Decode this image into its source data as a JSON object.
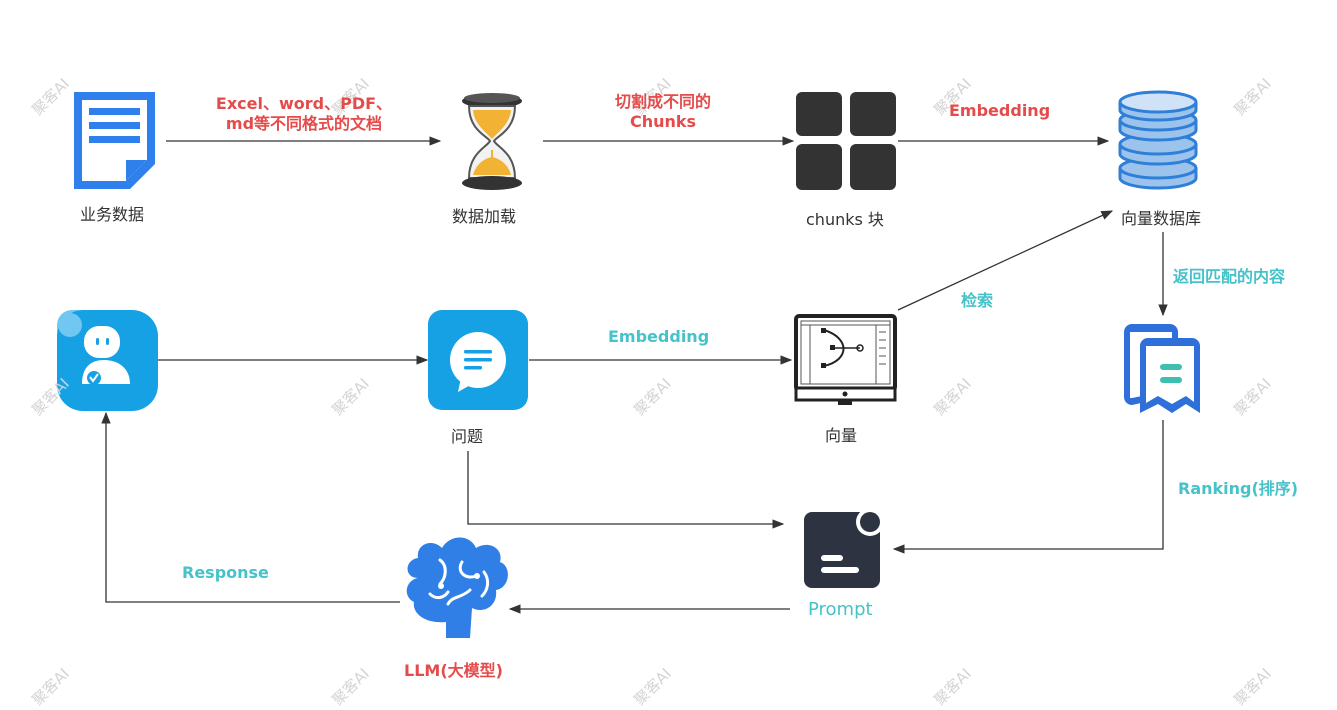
{
  "watermark": "聚客AI",
  "nodes": {
    "business_data": "业务数据",
    "data_loading": "数据加载",
    "chunks": "chunks 块",
    "vector_db": "向量数据库",
    "question": "问题",
    "vector": "向量",
    "prompt": "Prompt",
    "llm": "LLM(大模型)"
  },
  "edges": {
    "formats_line1": "Excel、word、PDF、",
    "formats_line2": "md等不同格式的文档",
    "split_line1": "切割成不同的",
    "split_line2": "Chunks",
    "embedding_top": "Embedding",
    "retrieve": "检索",
    "return_match": "返回匹配的内容",
    "embedding_mid": "Embedding",
    "ranking": "Ranking(排序)",
    "response": "Response"
  },
  "colors": {
    "red": "#e54b4b",
    "teal": "#46c2c9",
    "doc_blue": "#2f80ed",
    "db_blue": "#7fb3e6",
    "app_blue": "#16a1e5",
    "dark": "#333333",
    "prompt_dark": "#2d3340"
  },
  "icons": {
    "business_data": "document-icon",
    "data_loading": "hourglass-icon",
    "chunks": "grid-squares-icon",
    "vector_db": "database-icon",
    "user": "user-avatar-icon",
    "question": "chat-bubble-icon",
    "vector": "monitor-vector-icon",
    "match": "documents-stack-icon",
    "prompt": "prompt-card-icon",
    "llm": "brain-icon"
  }
}
